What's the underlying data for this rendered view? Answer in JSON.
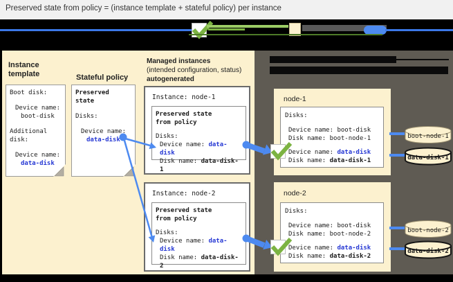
{
  "page": {
    "title": "Preserved state from policy = (instance template + stateful policy) per instance"
  },
  "colors": {
    "accent_blue": "#4D8AF0",
    "legend_blue_line": "#3B78E8",
    "link_blue": "#2638D4",
    "check_green": "#7CB342",
    "panel_cream": "#FCF1CF",
    "panel_dark": "#5F5B53",
    "title_bar_bg": "#F1F1F1"
  },
  "instance_template": {
    "label": "Instance template",
    "boot_heading": "Boot disk:",
    "device_label": "Device name:",
    "boot_value": "boot-disk",
    "additional_heading": "Additional disk:",
    "data_value": "data-disk"
  },
  "stateful_policy": {
    "label": "Stateful policy",
    "heading": "Preserved state",
    "disks_label": "Disks:",
    "device_label": "Device name:",
    "data_value": "data-disk"
  },
  "managed": {
    "header_bold1": "Managed instances",
    "header_normal": "(intended configuration, status)",
    "header_bold2": "autogenerated",
    "instances": [
      {
        "title": "Instance: node-1",
        "heading": "Preserved state from policy",
        "disks_label": "Disks:",
        "device_label": "Device name: ",
        "device_value": "data-disk",
        "disk_label": "Disk name: ",
        "disk_value": "data-disk-1"
      },
      {
        "title": "Instance: node-2",
        "heading": "Preserved state from policy",
        "disks_label": "Disks:",
        "device_label": "Device name: ",
        "device_value": "data-disk",
        "disk_label": "Disk name: ",
        "disk_value": "data-disk-2"
      }
    ]
  },
  "nodes": [
    {
      "label": "node-1",
      "disks_label": "Disks:",
      "device_label": "Device name: ",
      "disk_label": "Disk name: ",
      "boot_device": "boot-disk",
      "boot_disk": "boot-node-1",
      "data_device": "data-disk",
      "data_disk": "data-disk-1",
      "boot_cylinder": "boot-node-1",
      "data_cylinder": "data-disk-1"
    },
    {
      "label": "node-2",
      "disks_label": "Disks:",
      "device_label": "Device name: ",
      "disk_label": "Disk name: ",
      "boot_device": "boot-disk",
      "boot_disk": "boot-node-2",
      "data_device": "data-disk",
      "data_disk": "data-disk-2",
      "boot_cylinder": "boot-node-2",
      "data_cylinder": "data-disk-2"
    }
  ]
}
